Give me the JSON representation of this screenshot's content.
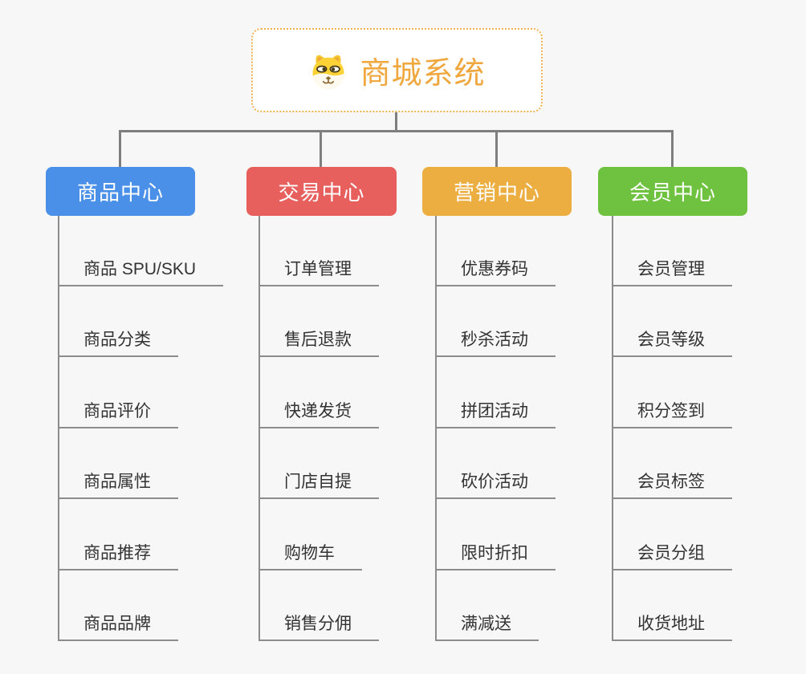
{
  "root": {
    "title": "商城系统",
    "icon": "dog-logo-icon"
  },
  "columns": [
    {
      "title": "商品中心",
      "color": "#4b90e8",
      "items": [
        "商品 SPU/SKU",
        "商品分类",
        "商品评价",
        "商品属性",
        "商品推荐",
        "商品品牌"
      ]
    },
    {
      "title": "交易中心",
      "color": "#e7605d",
      "items": [
        "订单管理",
        "售后退款",
        "快递发货",
        "门店自提",
        "购物车",
        "销售分佣"
      ]
    },
    {
      "title": "营销中心",
      "color": "#edae41",
      "items": [
        "优惠券码",
        "秒杀活动",
        "拼团活动",
        "砍价活动",
        "限时折扣",
        "满减送"
      ]
    },
    {
      "title": "会员中心",
      "color": "#6ec23f",
      "items": [
        "会员管理",
        "会员等级",
        "积分签到",
        "会员标签",
        "会员分组",
        "收货地址"
      ]
    }
  ],
  "colors": {
    "background": "#f7f7f7",
    "root_border": "#f0b153",
    "root_text": "#efa73e",
    "connector": "#7f7f7f",
    "branch_line": "#8c8c8c",
    "item_text": "#333333"
  }
}
